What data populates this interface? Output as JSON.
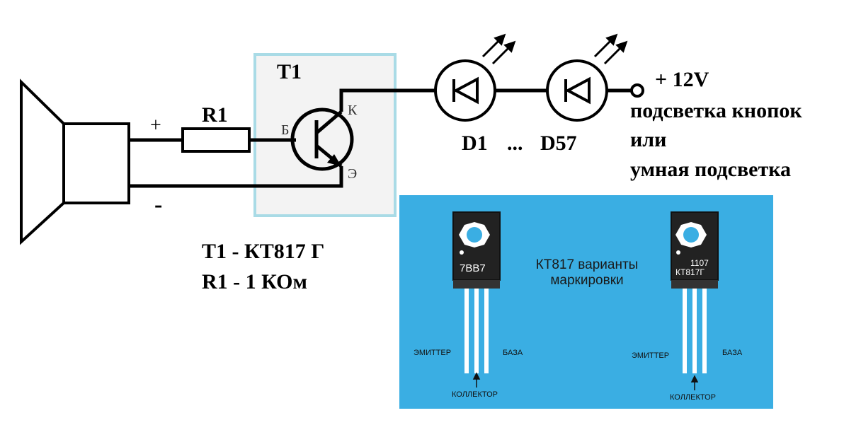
{
  "circuit": {
    "speaker_plus": "+",
    "speaker_minus": "-",
    "resistor_label": "R1",
    "transistor_label": "T1",
    "base_letter": "Б",
    "collector_letter": "К",
    "emitter_letter": "Э",
    "led_first_label": "D1",
    "led_range_dots": "...",
    "led_last_label": "D57",
    "supply_label": "+ 12V",
    "note_line_1": "подсветка кнопок",
    "note_line_2": "или",
    "note_line_3": "умная подсветка",
    "parts_line_1": "T1 - КТ817 Г",
    "parts_line_2": "R1 - 1 КОм"
  },
  "pinout": {
    "title_line_1": "КТ817 варианты",
    "title_line_2": "маркировки",
    "left_marking": "7BB7",
    "right_marking_line_1": "1107",
    "right_marking_line_2": "КТ817Г",
    "emitter_label": "ЭМИТТЕР",
    "base_label": "БАЗА",
    "collector_label": "КОЛЛЕКТОР"
  },
  "colors": {
    "transistor_box_border": "#a9dbe6",
    "transistor_box_fill": "#f3f3f3",
    "pinout_panel": "#3aaee3",
    "wire": "#000000",
    "lead": "#ffffff"
  }
}
